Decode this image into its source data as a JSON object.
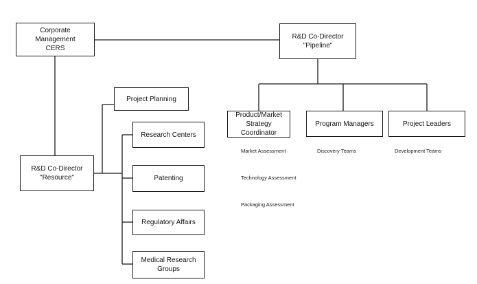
{
  "nodes": {
    "corporate": "Corporate Management\nCERS",
    "pipeline": "R&D Co-Director\n\"Pipeline\"",
    "resource": "R&D Co-Director\n\"Resource\"",
    "project_planning": "Project Planning",
    "research_centers": "Research Centers",
    "patenting": "Patenting",
    "regulatory_affairs": "Regulatory Affairs",
    "medical_research": "Medical Research\nGroups",
    "product_market": "Product/Market\nStrategy\nCoordinator",
    "program_managers": "Program Managers",
    "project_leaders": "Project Leaders"
  },
  "notes": {
    "market_assessment": "Market Assessment",
    "technology_assessment": "Technology Assessment",
    "packaging_assessment": "Packaging Assessment",
    "discovery_teams": "Discovery Teams",
    "development_teams": "Development Teams"
  }
}
